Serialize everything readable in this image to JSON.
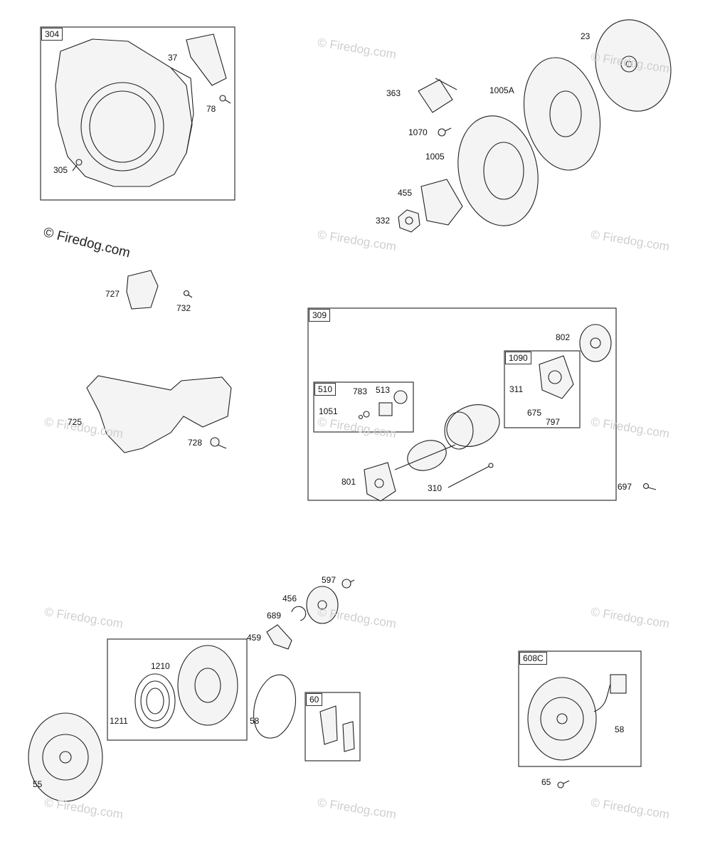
{
  "watermarks": {
    "main": "© Firedog.com",
    "faint": "© Firedog.com"
  },
  "groups": {
    "g304": "304",
    "g309": "309",
    "g510": "510",
    "g1090": "1090",
    "g60": "60",
    "g608c": "608C"
  },
  "parts": {
    "p37": "37",
    "p78": "78",
    "p305": "305",
    "p727": "727",
    "p732": "732",
    "p725": "725",
    "p728": "728",
    "p23": "23",
    "p1005a": "1005A",
    "p363": "363",
    "p1070": "1070",
    "p1005": "1005",
    "p455": "455",
    "p332": "332",
    "p802": "802",
    "p311": "311",
    "p675": "675",
    "p797": "797",
    "p783": "783",
    "p513": "513",
    "p1051": "1051",
    "p801": "801",
    "p310": "310",
    "p697": "697",
    "p597": "597",
    "p456": "456",
    "p689": "689",
    "p459": "459",
    "p1210": "1210",
    "p1211": "1211",
    "p58a": "58",
    "p55": "55",
    "p58b": "58",
    "p65": "65"
  }
}
